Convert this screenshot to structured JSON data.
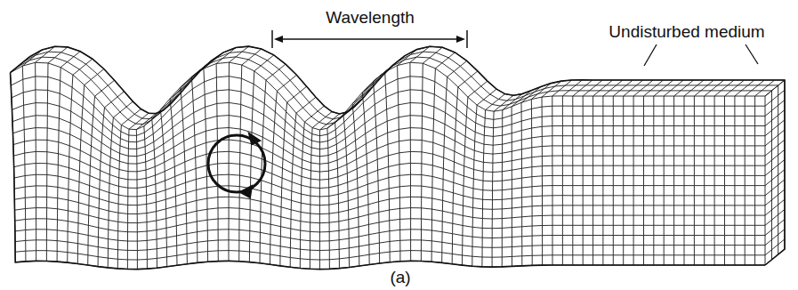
{
  "diagram": {
    "caption": "(a)",
    "labels": [
      "Wavelength",
      "Undisturbed medium"
    ]
  }
}
